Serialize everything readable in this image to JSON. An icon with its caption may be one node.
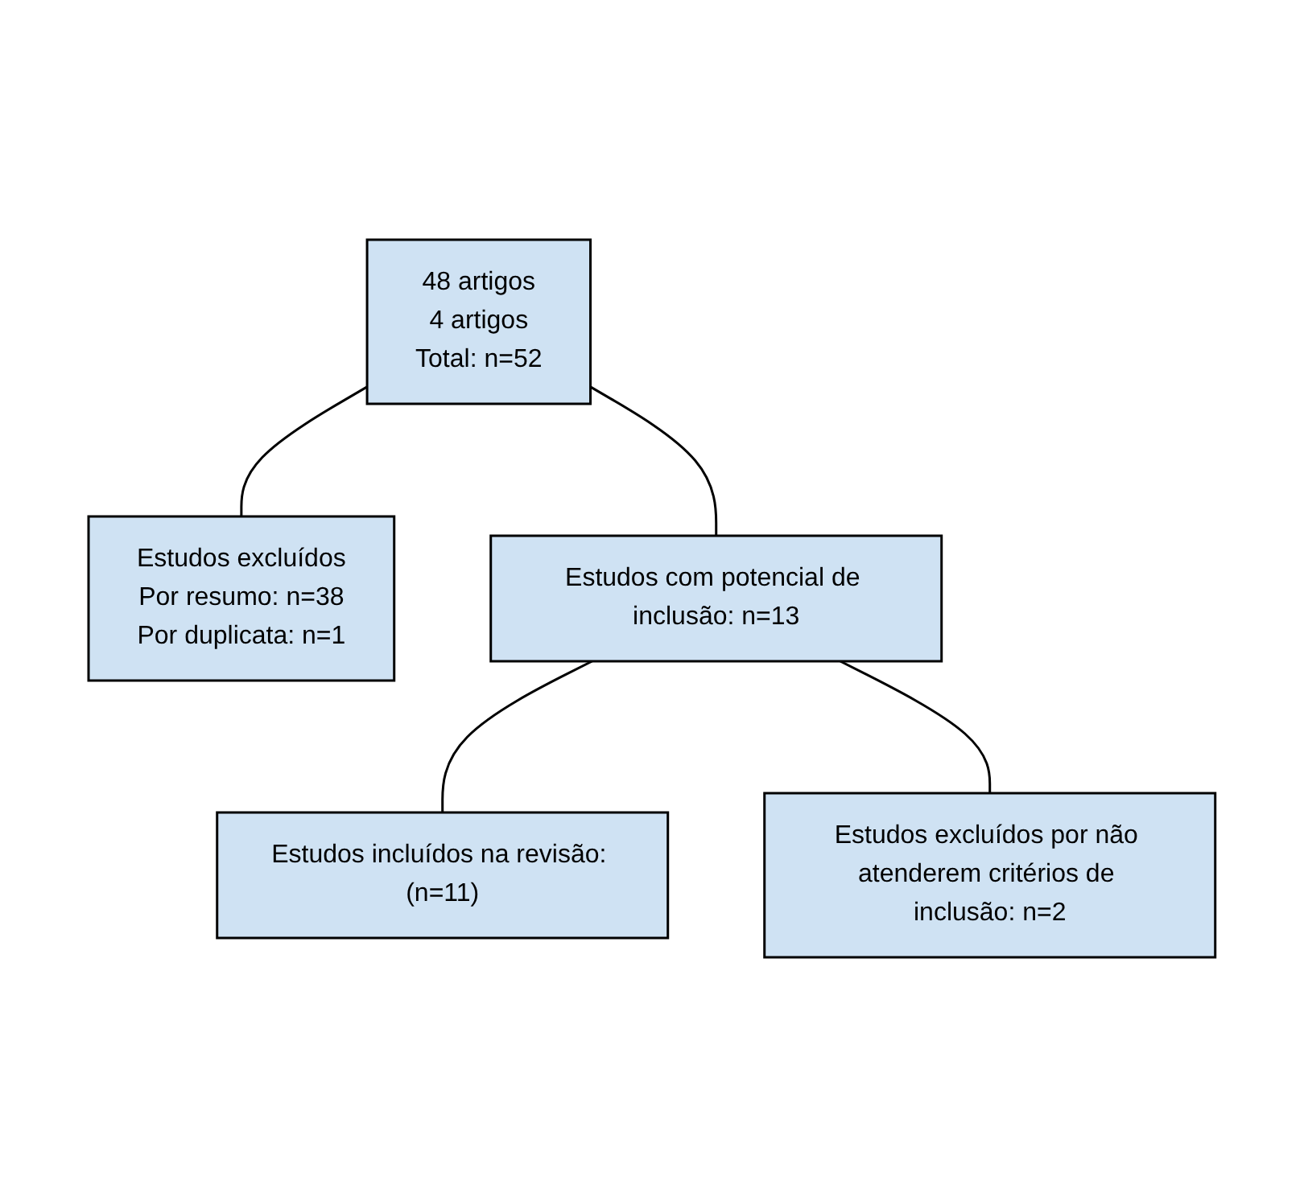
{
  "diagram": {
    "nodes": [
      {
        "text": [
          "48 artigos",
          "4 artigos",
          "Total: n=52"
        ]
      },
      {
        "text": [
          "Estudos excluídos",
          "Por resumo: n=38",
          "Por duplicata: n=1"
        ]
      },
      {
        "text": [
          "Estudos com potencial de inclusão: n=13"
        ]
      },
      {
        "text": [
          "Estudos excluídos por não atenderem critérios de inclusão: n=2"
        ]
      },
      {
        "text": [
          "Estudos incluídos na revisão: (n=11)"
        ]
      }
    ],
    "edges": [
      {
        "from": 0,
        "to": 2,
        "arrow": "none"
      },
      {
        "from": 0,
        "to": 1,
        "arrow": "none"
      },
      {
        "from": 2,
        "to": 4,
        "arrow": "none"
      },
      {
        "from": 2,
        "to": 3,
        "arrow": "none"
      }
    ]
  }
}
